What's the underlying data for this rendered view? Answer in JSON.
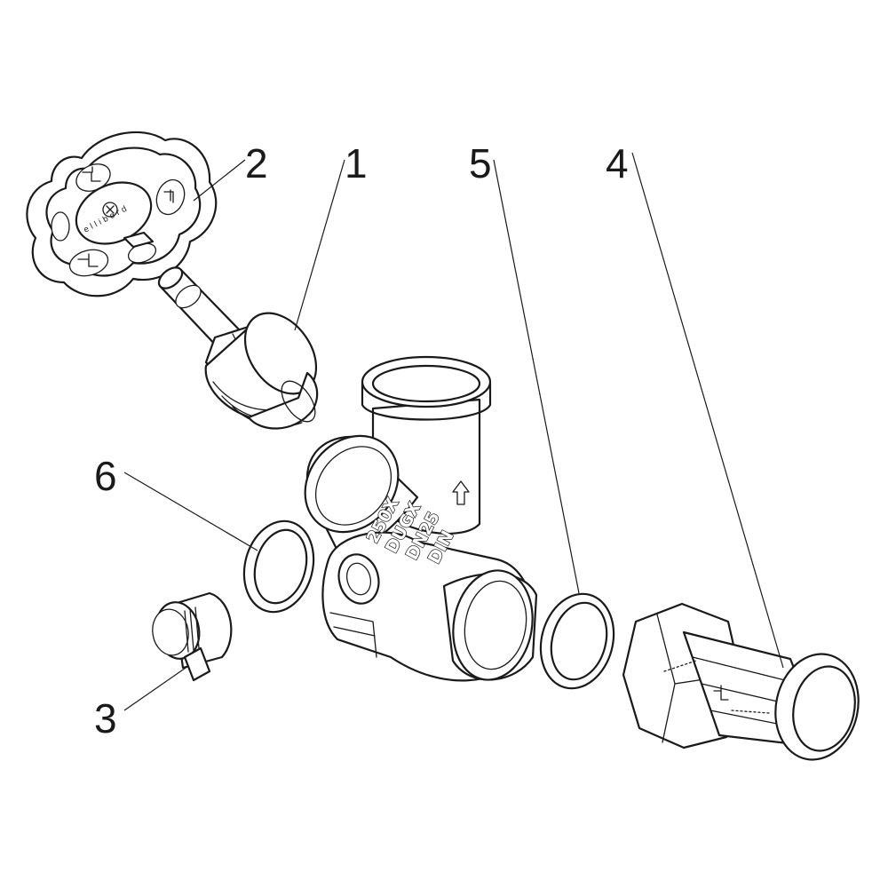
{
  "callouts": [
    {
      "id": "1",
      "label": "1"
    },
    {
      "id": "2",
      "label": "2"
    },
    {
      "id": "3",
      "label": "3"
    },
    {
      "id": "4",
      "label": "4"
    },
    {
      "id": "5",
      "label": "5"
    },
    {
      "id": "6",
      "label": "6"
    }
  ],
  "body_markings": {
    "line1": "250X",
    "line2": "DUGX",
    "line3": "DN25",
    "line4": "DIN"
  },
  "handwheel_markings": {
    "rim_text": "e l l i b o r d"
  },
  "icons": [
    "flow-arrow-icon",
    "brand-logo-icon"
  ]
}
